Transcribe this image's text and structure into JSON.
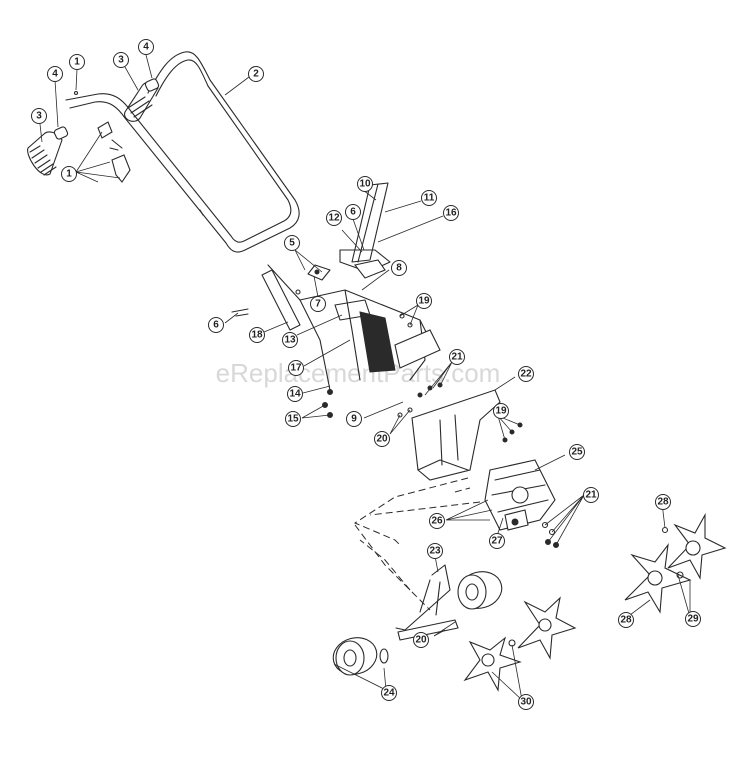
{
  "watermark": "eReplacementParts.com",
  "callouts": [
    {
      "n": "1"
    },
    {
      "n": "1"
    },
    {
      "n": "2"
    },
    {
      "n": "3"
    },
    {
      "n": "3"
    },
    {
      "n": "4"
    },
    {
      "n": "4"
    },
    {
      "n": "5"
    },
    {
      "n": "6"
    },
    {
      "n": "6"
    },
    {
      "n": "7"
    },
    {
      "n": "8"
    },
    {
      "n": "9"
    },
    {
      "n": "10"
    },
    {
      "n": "11"
    },
    {
      "n": "12"
    },
    {
      "n": "13"
    },
    {
      "n": "14"
    },
    {
      "n": "15"
    },
    {
      "n": "16"
    },
    {
      "n": "17"
    },
    {
      "n": "18"
    },
    {
      "n": "19"
    },
    {
      "n": "19"
    },
    {
      "n": "20"
    },
    {
      "n": "20"
    },
    {
      "n": "21"
    },
    {
      "n": "21"
    },
    {
      "n": "22"
    },
    {
      "n": "23"
    },
    {
      "n": "24"
    },
    {
      "n": "25"
    },
    {
      "n": "26"
    },
    {
      "n": "27"
    },
    {
      "n": "28"
    },
    {
      "n": "28"
    },
    {
      "n": "29"
    },
    {
      "n": "30"
    }
  ]
}
